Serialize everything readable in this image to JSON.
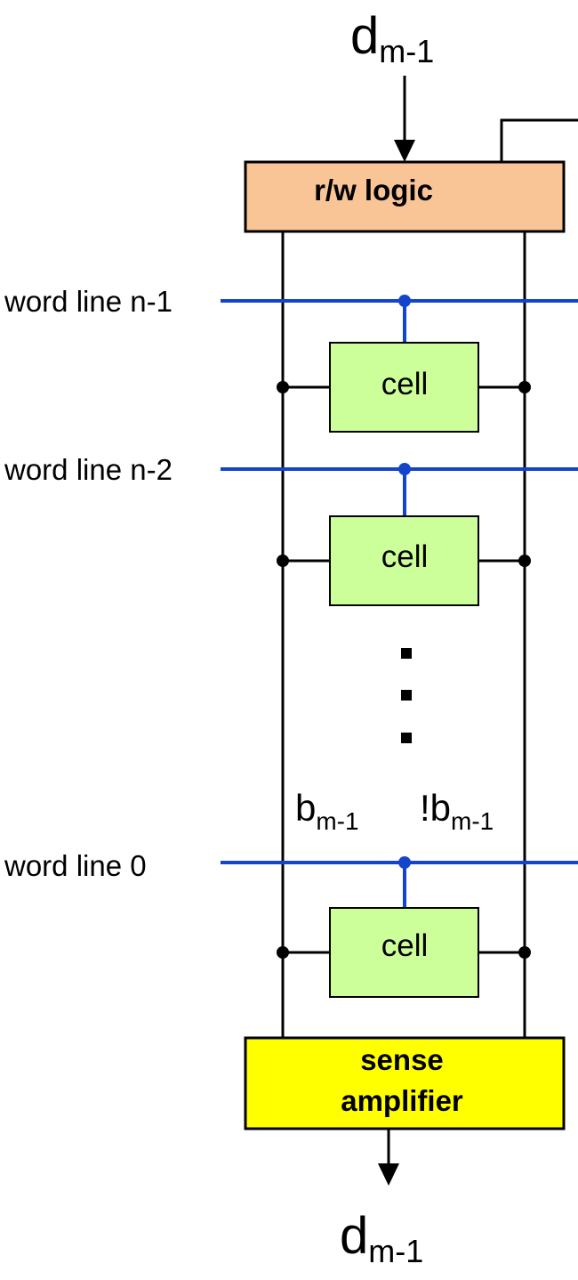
{
  "colors": {
    "rw_logic_fill": "#F9C597",
    "cell_fill": "#CCFF99",
    "sense_amp_fill": "#FFFF00",
    "word_line": "#1443CC",
    "wire": "#000000"
  },
  "input": {
    "symbol": "d",
    "subscript": "m-1"
  },
  "output": {
    "symbol": "d",
    "subscript": "m-1"
  },
  "rw_logic": {
    "label": "r/w logic"
  },
  "sense_amplifier": {
    "line1": "sense",
    "line2": "amplifier"
  },
  "word_lines": [
    {
      "label": "word line n-1",
      "cell_label": "cell"
    },
    {
      "label": "word line n-2",
      "cell_label": "cell"
    },
    {
      "label": "word line 0",
      "cell_label": "cell"
    }
  ],
  "bit_lines": {
    "b": {
      "symbol": "b",
      "subscript": "m-1"
    },
    "b_bar": {
      "symbol": "!b",
      "subscript": "m-1"
    }
  }
}
